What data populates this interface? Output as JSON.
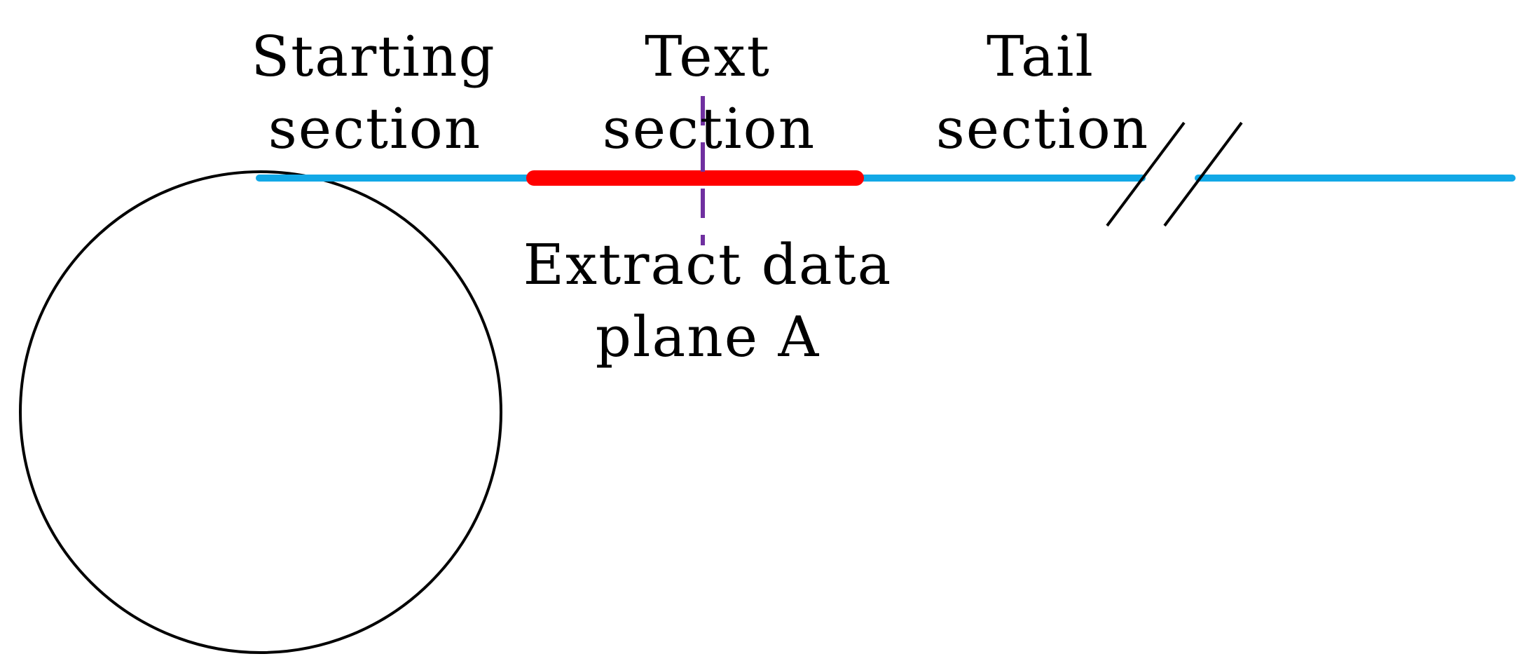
{
  "labels": {
    "starting": {
      "line1": "Starting",
      "line2": "section"
    },
    "text": {
      "line1": "Text",
      "line2": "section"
    },
    "tail": {
      "line1": "Tail",
      "line2": "section"
    },
    "extract": {
      "line1": "Extract data",
      "line2": "plane A"
    }
  },
  "colors": {
    "fiber": "#12a8e6",
    "text_section": "#ff0000",
    "plane_marker": "#7030a0",
    "outline": "#000000",
    "background": "#ffffff"
  }
}
